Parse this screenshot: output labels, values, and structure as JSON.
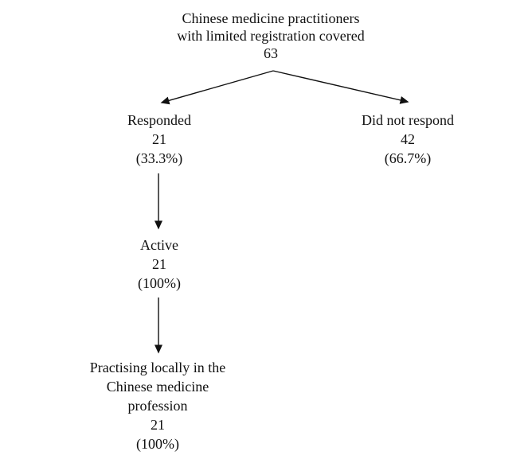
{
  "diagram_type": "flowchart",
  "nodes": {
    "root": {
      "lines": [
        "Chinese medicine practitioners",
        "with limited registration covered",
        "63"
      ]
    },
    "responded": {
      "lines": [
        "Responded",
        "21",
        "(33.3%)"
      ]
    },
    "did_not_respond": {
      "lines": [
        "Did not respond",
        "42",
        "(66.7%)"
      ]
    },
    "active": {
      "lines": [
        "Active",
        "21",
        "(100%)"
      ]
    },
    "practising": {
      "lines": [
        "Practising locally in the",
        "Chinese medicine",
        "profession",
        "21",
        "(100%)"
      ]
    }
  },
  "edges": [
    {
      "from": "root",
      "to": "responded"
    },
    {
      "from": "root",
      "to": "did_not_respond"
    },
    {
      "from": "responded",
      "to": "active"
    },
    {
      "from": "active",
      "to": "practising"
    }
  ],
  "colors": {
    "text": "#111111",
    "line": "#111111",
    "background": "#ffffff"
  }
}
